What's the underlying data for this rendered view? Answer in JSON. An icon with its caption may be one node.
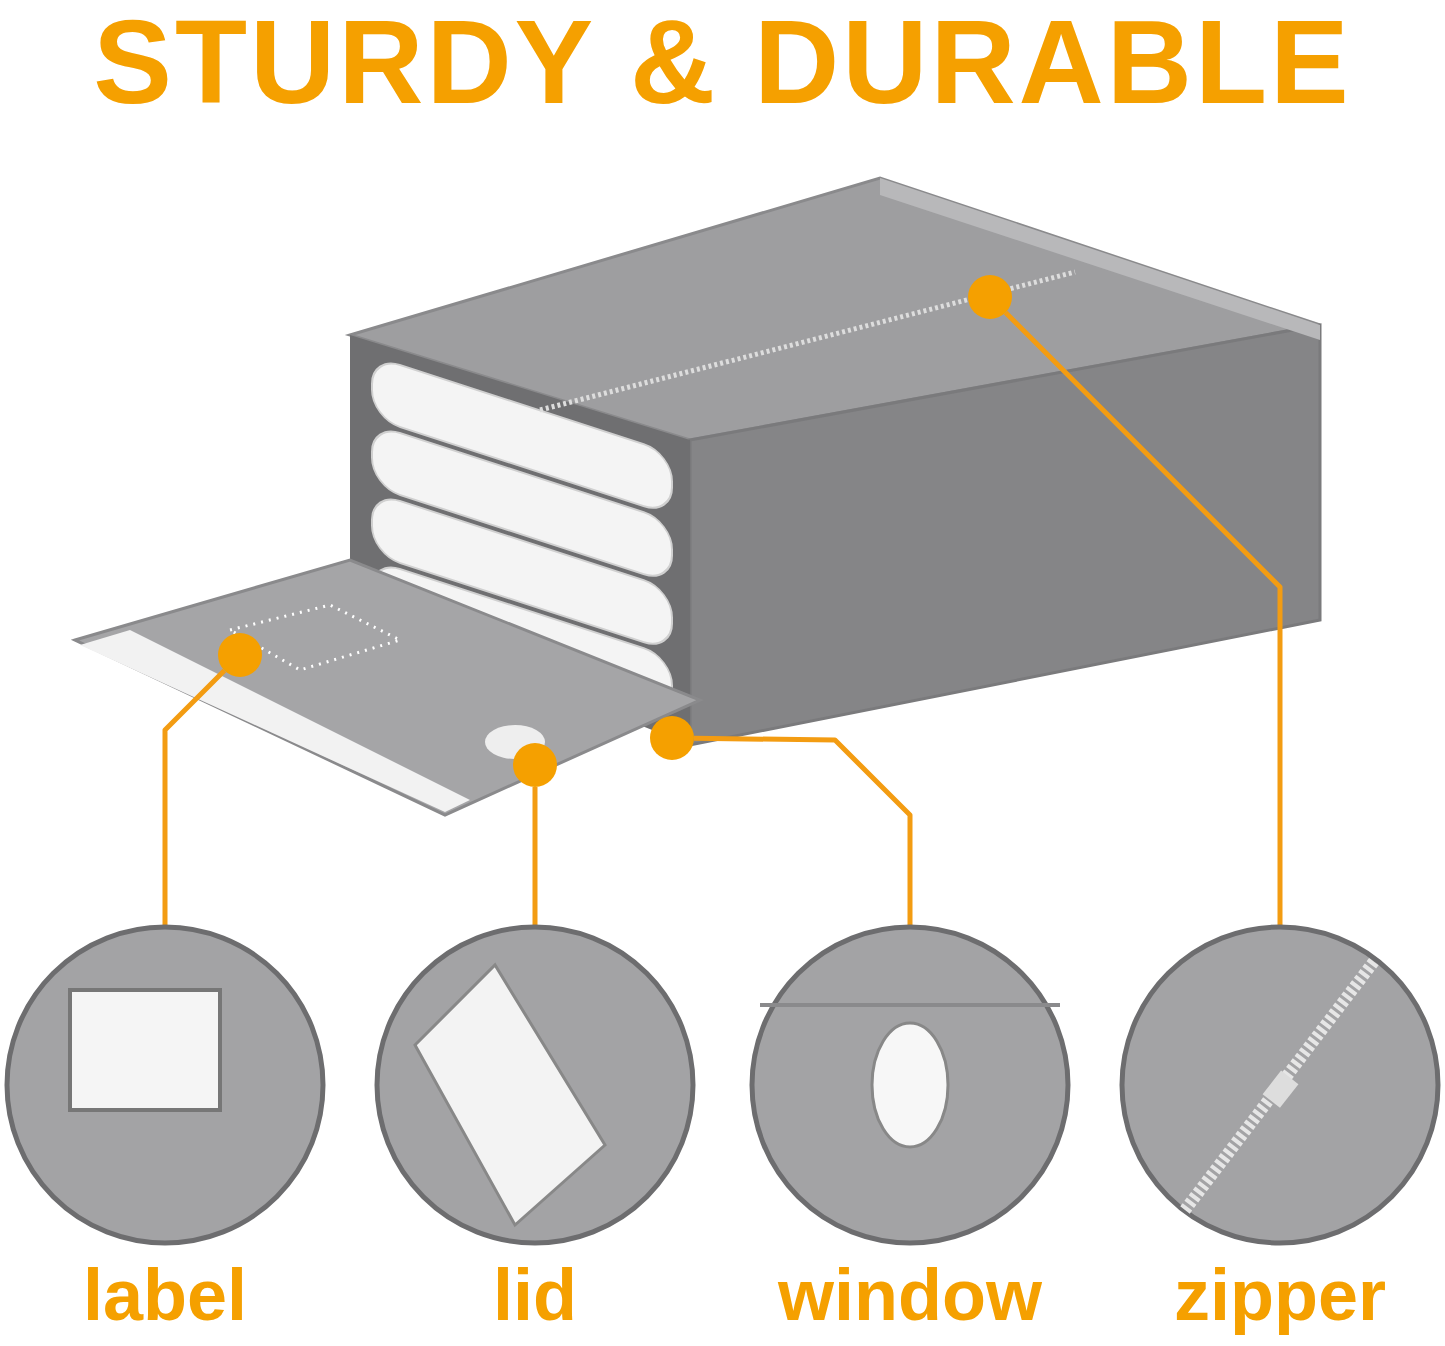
{
  "diagram": {
    "title": "STURDY & DURABLE",
    "nodes": [
      {
        "text": [],
        "shape": "circle"
      },
      {
        "text": [],
        "shape": "circle"
      },
      {
        "text": [],
        "shape": "circle"
      },
      {
        "text": [],
        "shape": "circle"
      },
      {
        "text": [
          "label"
        ]
      },
      {
        "text": [
          "lid"
        ]
      },
      {
        "text": [
          "window"
        ]
      },
      {
        "text": [
          "zipper"
        ]
      }
    ],
    "edges": [
      {
        "from": 0,
        "to": 4,
        "arrow": "none"
      },
      {
        "from": 1,
        "to": 5,
        "arrow": "none"
      },
      {
        "from": 2,
        "to": 6,
        "arrow": "none"
      },
      {
        "from": 3,
        "to": 7,
        "arrow": "none"
      }
    ]
  }
}
